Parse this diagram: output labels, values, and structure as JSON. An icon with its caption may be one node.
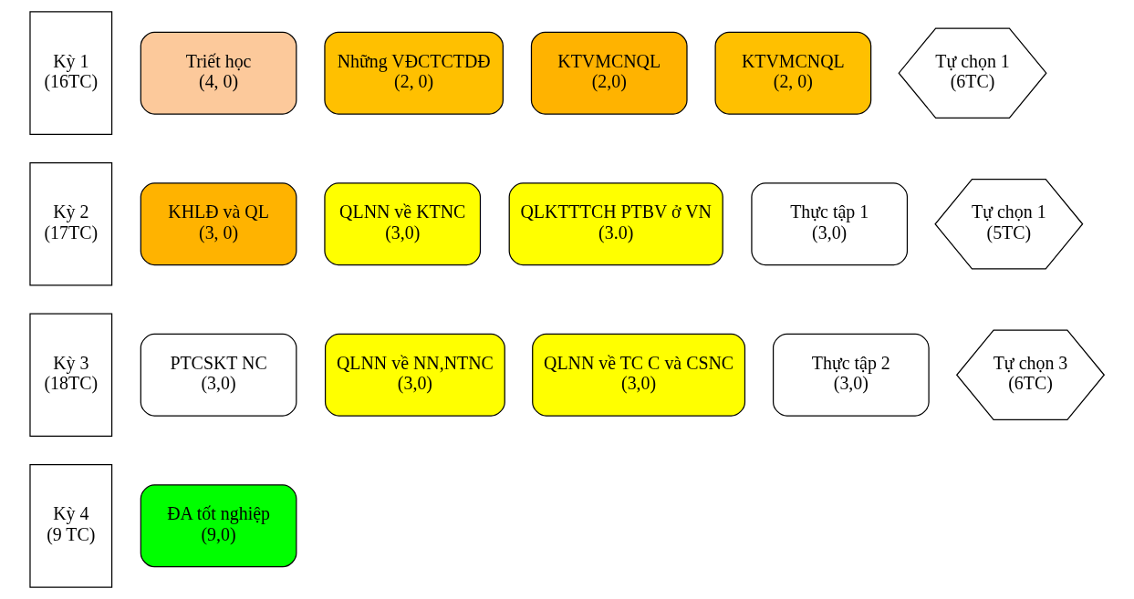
{
  "diagram": {
    "nodes": [
      {
        "text": [
          "Kỳ 1",
          "(16TC)"
        ]
      },
      {
        "text": [
          "Triết học",
          "(4, 0)"
        ]
      },
      {
        "text": [
          "Những VĐCTCTDĐ",
          "(2, 0)"
        ]
      },
      {
        "text": [
          "KTVMCNQL",
          "(2,0)"
        ]
      },
      {
        "text": [
          "KTVMCNQL",
          "(2, 0)"
        ]
      },
      {
        "text": [
          "Tự chọn 1",
          "(6TC)"
        ]
      },
      {
        "text": [
          "Kỳ 2",
          "(17TC)"
        ]
      },
      {
        "text": [
          "KHLĐ và QL",
          "(3, 0)"
        ]
      },
      {
        "text": [
          "QLNN về KTNC",
          "(3,0)"
        ]
      },
      {
        "text": [
          "QLKTTTCH PTBV ở VN",
          "(3.0)"
        ]
      },
      {
        "text": [
          "Thực tập 1",
          "(3,0)"
        ]
      },
      {
        "text": [
          "Tự chọn 1",
          "(5TC)"
        ]
      },
      {
        "text": [
          "Kỳ 3",
          "(18TC)"
        ]
      },
      {
        "text": [
          "PTCSKT NC",
          "(3,0)"
        ]
      },
      {
        "text": [
          "QLNN về NN,NTNC",
          "(3,0)"
        ]
      },
      {
        "text": [
          "QLNN về TC C và CSNC",
          "(3,0)"
        ]
      },
      {
        "text": [
          "Thực tập 2",
          "(3,0)"
        ]
      },
      {
        "text": [
          "Tự chọn 3",
          "(6TC)"
        ]
      },
      {
        "text": [
          "Kỳ 4",
          "(9 TC)"
        ]
      },
      {
        "text": [
          "ĐA tốt nghiệp",
          "(9,0)"
        ]
      }
    ]
  }
}
